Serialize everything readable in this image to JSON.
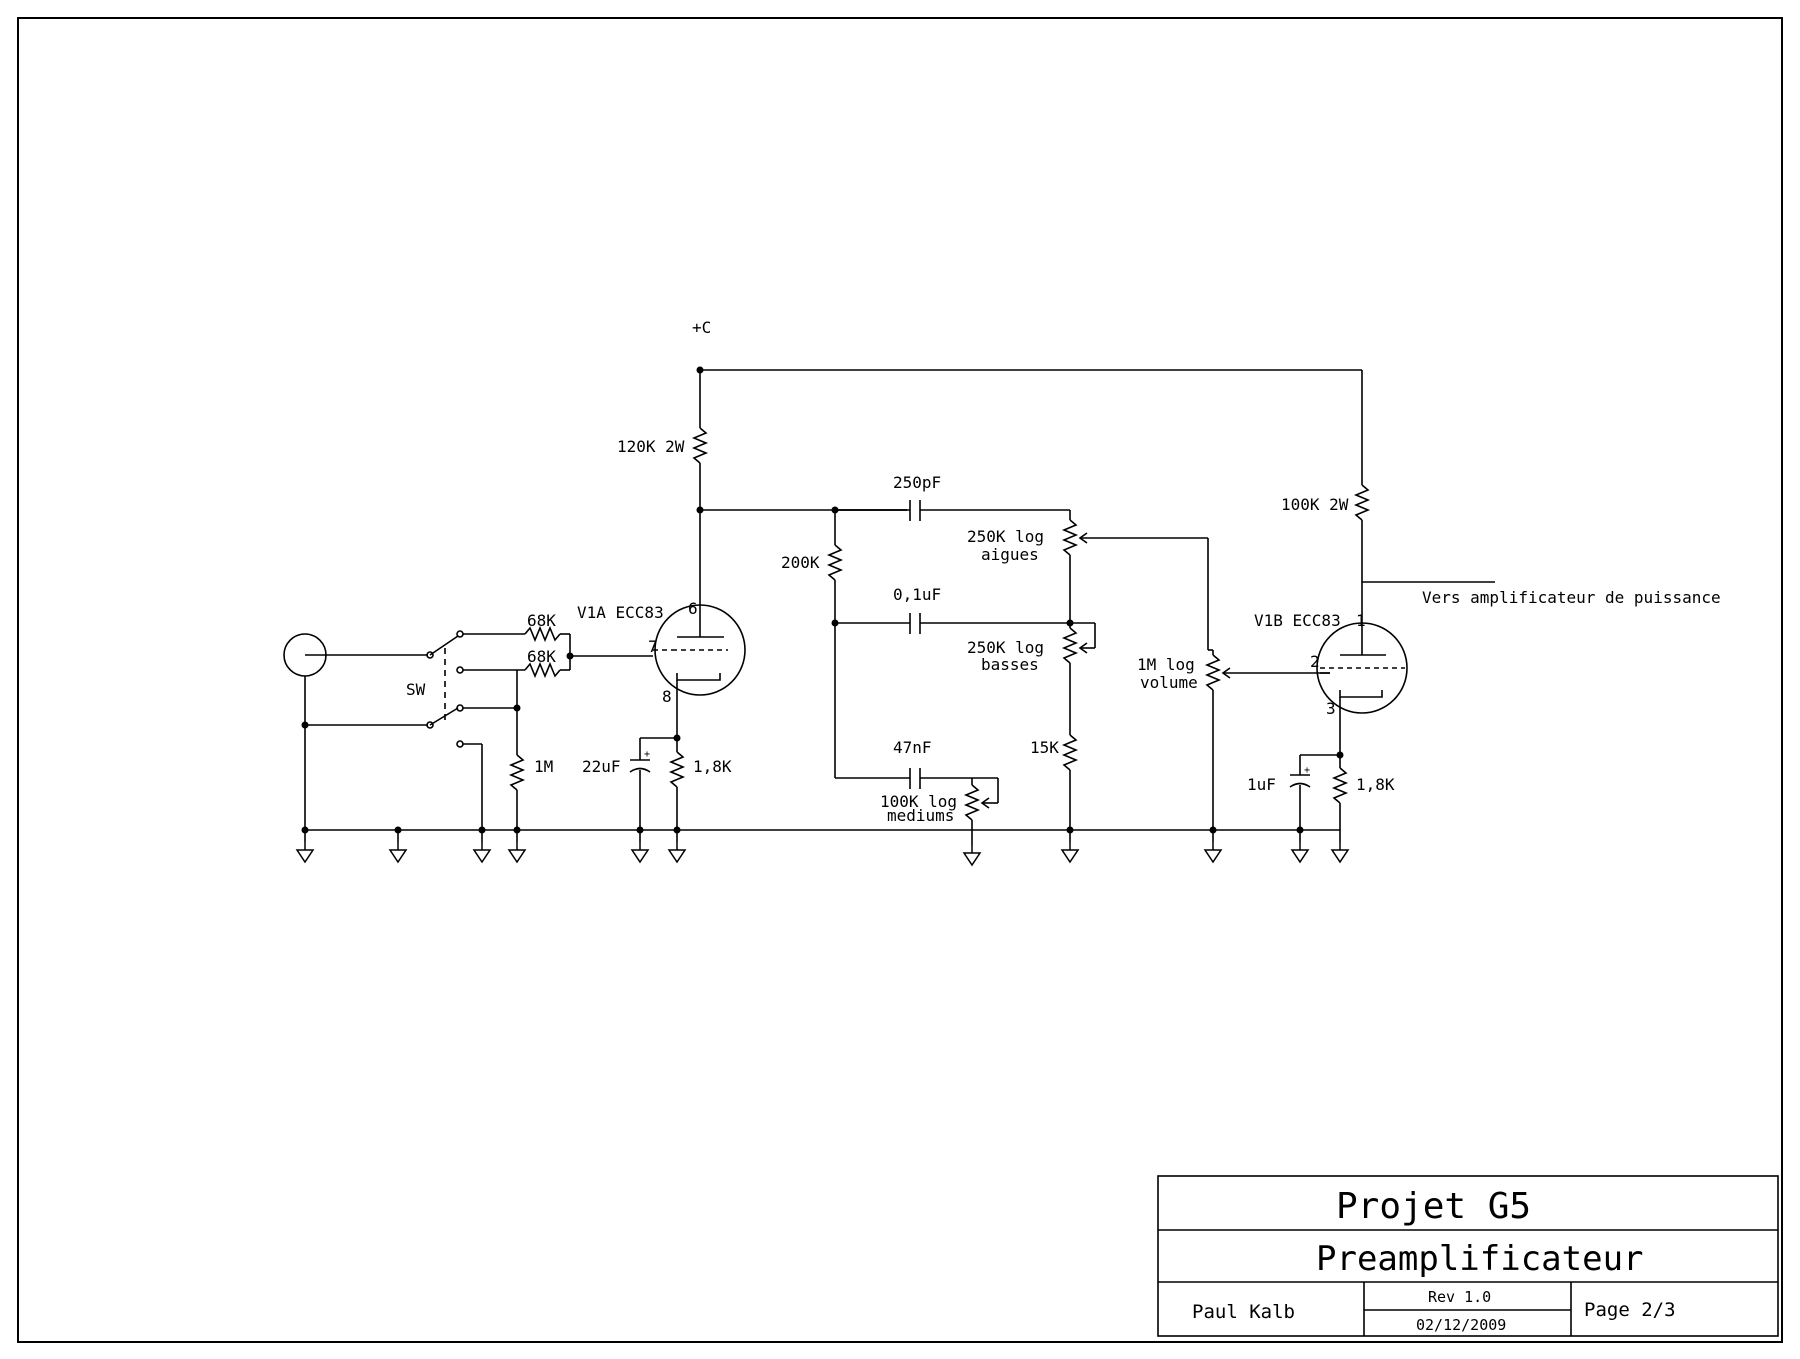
{
  "supply": {
    "label": "+C"
  },
  "components": {
    "r_anode1": "120K 2W",
    "c_treble": "250pF",
    "r_slope": "200K",
    "pot_treble_value": "250K log",
    "pot_treble_name": "aigues",
    "c_bass": "0,1uF",
    "pot_bass_value": "250K log",
    "pot_bass_name": "basses",
    "c_mid": "47nF",
    "pot_mid_value": "100K log",
    "pot_mid_name": "mediums",
    "r_stack": "15K",
    "pot_vol_value": "1M log",
    "pot_vol_name": "volume",
    "r_anode2": "100K 2W",
    "r_in_a": "68K",
    "r_in_b": "68K",
    "r_grid": "1M",
    "c_cath1": "22uF",
    "r_cath1": "1,8K",
    "c_cath2": "1uF",
    "r_cath2": "1,8K",
    "switch": "SW"
  },
  "tubes": {
    "v1a": {
      "name": "V1A ECC83",
      "pin_plate": "6",
      "pin_grid": "7",
      "pin_cathode": "8"
    },
    "v1b": {
      "name": "V1B ECC83",
      "pin_plate": "1",
      "pin_grid": "2",
      "pin_cathode": "3"
    }
  },
  "output_label": "Vers amplificateur de puissance",
  "title_block": {
    "project": "Projet G5",
    "sheet_title": "Preamplificateur",
    "author": "Paul Kalb",
    "revision": "Rev 1.0",
    "date": "02/12/2009",
    "page": "Page 2/3"
  }
}
